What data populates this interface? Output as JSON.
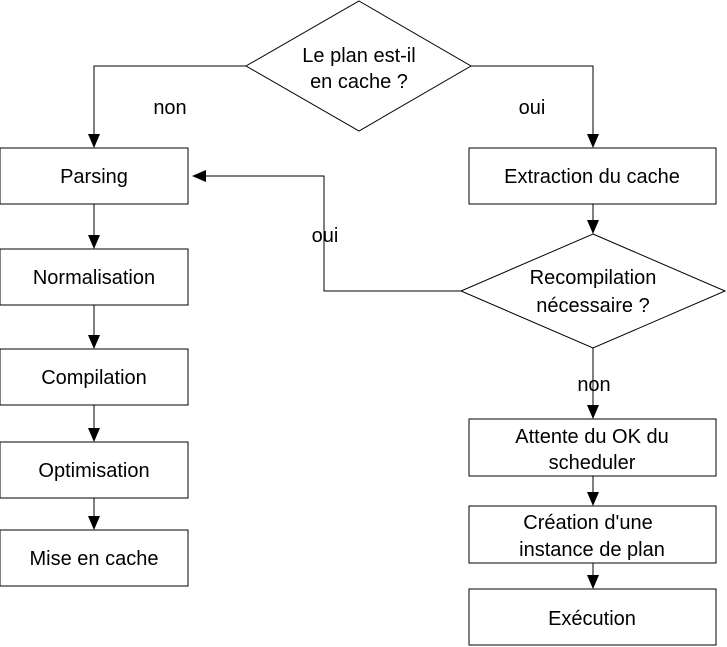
{
  "flowchart": {
    "decision_cache": {
      "line1": "Le plan est-il",
      "line2": "en cache ?"
    },
    "decision_recompile": {
      "line1": "Recompilation",
      "line2": "nécessaire ?"
    },
    "steps": {
      "parsing": "Parsing",
      "normalisation": "Normalisation",
      "compilation": "Compilation",
      "optimisation": "Optimisation",
      "mise_en_cache": "Mise en cache",
      "extraction": "Extraction du cache",
      "attente_line1": "Attente du OK du",
      "attente_line2": "scheduler",
      "creation_line1": "Création d'une",
      "creation_line2": "instance de plan",
      "execution": "Exécution"
    },
    "labels": {
      "cache_no": "non",
      "cache_yes": "oui",
      "recompile_yes": "oui",
      "recompile_no": "non"
    }
  }
}
